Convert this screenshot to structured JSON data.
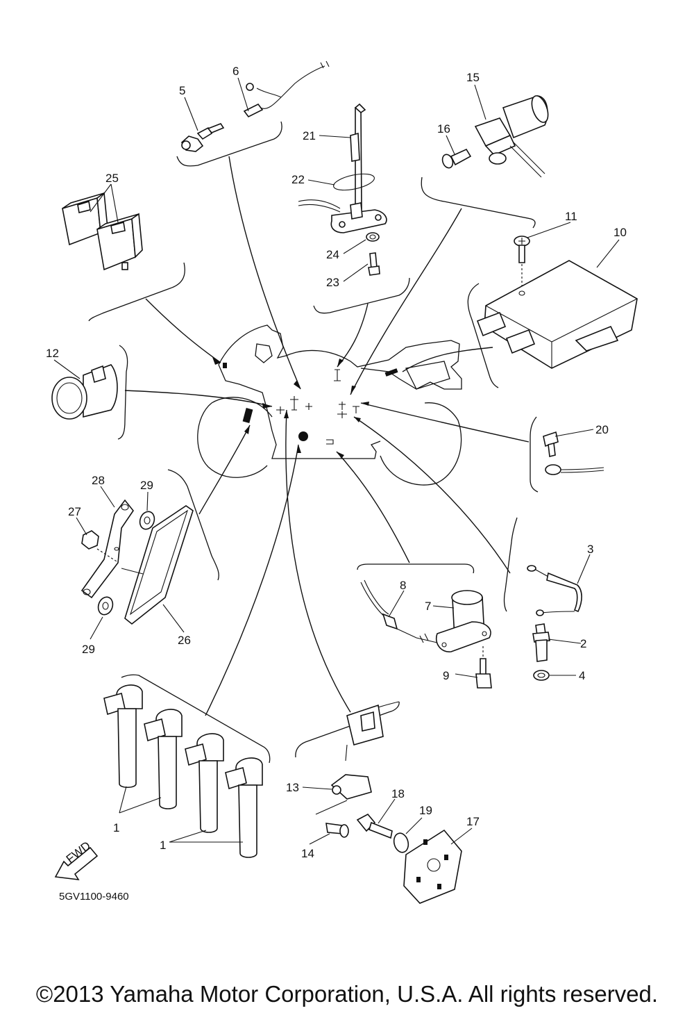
{
  "diagram": {
    "code": "5GV1100-9460",
    "copyright": "©2013 Yamaha Motor Corporation, U.S.A. All rights reserved.",
    "fwd_label": "FWD",
    "callouts": {
      "c1a": "1",
      "c1b": "1",
      "c2": "2",
      "c3": "3",
      "c4": "4",
      "c5": "5",
      "c6": "6",
      "c7": "7",
      "c8": "8",
      "c9": "9",
      "c10": "10",
      "c11": "11",
      "c12": "12",
      "c13": "13",
      "c14": "14",
      "c15": "15",
      "c16": "16",
      "c17": "17",
      "c18": "18",
      "c19": "19",
      "c20": "20",
      "c21": "21",
      "c22": "22",
      "c23": "23",
      "c24": "24",
      "c25": "25",
      "c26": "26",
      "c27": "27",
      "c28": "28",
      "c29a": "29",
      "c29b": "29"
    }
  }
}
